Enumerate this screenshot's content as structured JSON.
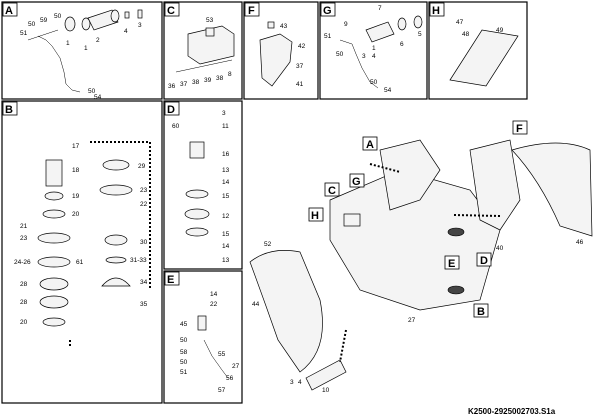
{
  "panels": [
    {
      "id": "A",
      "callouts": [
        "51",
        "50",
        "59",
        "50",
        "1",
        "2",
        "1",
        "4",
        "3",
        "50",
        "54"
      ]
    },
    {
      "id": "B",
      "callouts": [
        "17",
        "18",
        "19",
        "20",
        "21",
        "23",
        "24-26",
        "61",
        "28",
        "28",
        "20",
        "29",
        "23",
        "22",
        "30",
        "31-33",
        "34",
        "35"
      ]
    },
    {
      "id": "C",
      "callouts": [
        "53",
        "36",
        "37",
        "38",
        "39",
        "38",
        "8"
      ]
    },
    {
      "id": "D",
      "callouts": [
        "60",
        "3",
        "11",
        "16",
        "13",
        "14",
        "15",
        "12",
        "15",
        "14",
        "13"
      ]
    },
    {
      "id": "E",
      "callouts": [
        "14",
        "22",
        "45",
        "50",
        "58",
        "50",
        "51",
        "55",
        "56",
        "27",
        "57"
      ]
    },
    {
      "id": "F",
      "callouts": [
        "43",
        "42",
        "37",
        "41"
      ]
    },
    {
      "id": "G",
      "callouts": [
        "51",
        "9",
        "50",
        "7",
        "5",
        "6",
        "1",
        "3",
        "4",
        "50",
        "54"
      ]
    },
    {
      "id": "H",
      "callouts": [
        "47",
        "48",
        "49"
      ]
    }
  ],
  "main_view": {
    "tags": [
      "A",
      "F",
      "C",
      "G",
      "H",
      "D",
      "E",
      "B"
    ],
    "callouts": [
      "52",
      "44",
      "27",
      "40",
      "46",
      "3",
      "4",
      "10"
    ]
  },
  "figure_code": "K2500-2925002703.S1a"
}
